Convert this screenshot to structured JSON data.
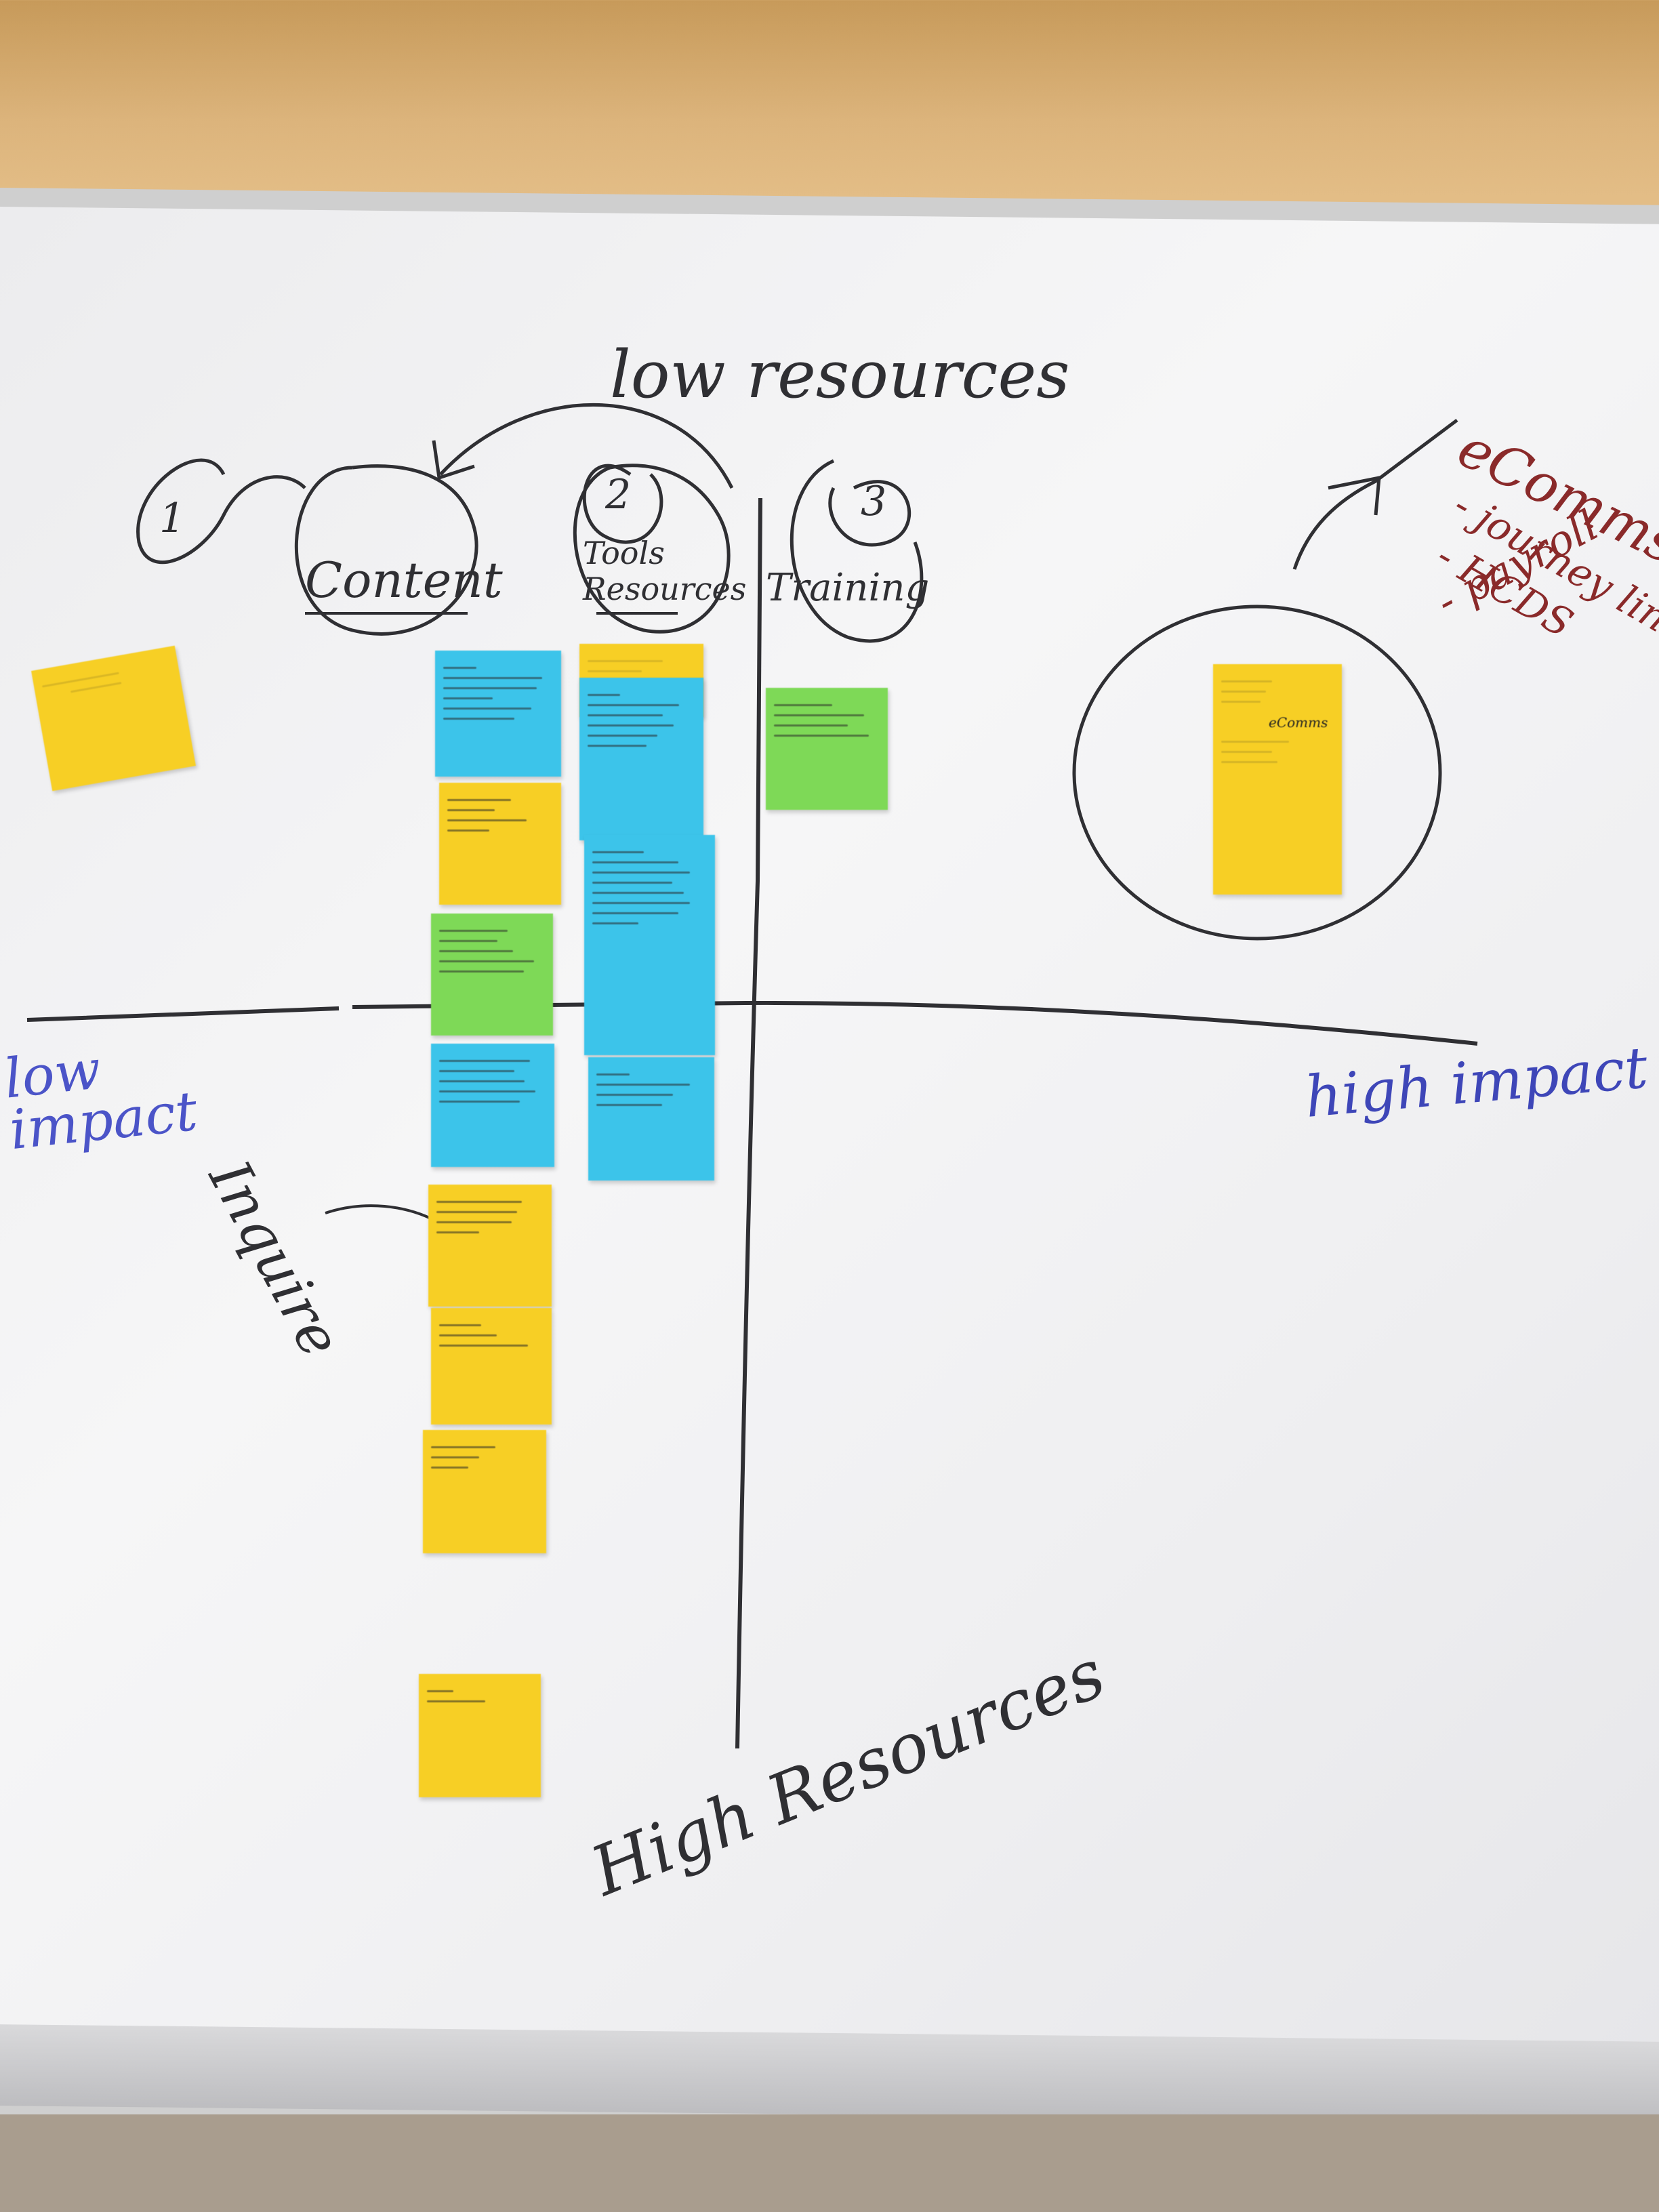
{
  "board": {
    "top_label": "low resources",
    "bottom_label": "High Resources",
    "left_label": "low impact",
    "right_label": "high impact",
    "side_note": "Inquire",
    "category_1": "Content",
    "category_2": "Tools Resources",
    "category_3": "Training",
    "circle_1": "1",
    "circle_2": "2",
    "circle_3": "3",
    "ecomms_title": "eComms",
    "ecomms_item_1": "- journey line",
    "ecomms_item_2": "- HCDS",
    "ecomms_item_3": "- payroll",
    "circle_note_tag": "eComms"
  },
  "colors": {
    "yellow": "#f7cf25",
    "blue": "#3cc4ea",
    "green": "#7ed957",
    "black_marker": "#2f2f33",
    "blue_marker": "#3e46b8",
    "red_marker": "#8a2a2a"
  },
  "notes": [
    {
      "color": "yellow",
      "column": "outside"
    },
    {
      "color": "blue",
      "column": "Content"
    },
    {
      "color": "yellow",
      "column": "Content"
    },
    {
      "color": "green",
      "column": "Content"
    },
    {
      "color": "blue",
      "column": "Content"
    },
    {
      "color": "yellow",
      "column": "Content"
    },
    {
      "color": "yellow",
      "column": "Content"
    },
    {
      "color": "yellow",
      "column": "Content"
    },
    {
      "color": "yellow",
      "column": "Content"
    },
    {
      "color": "yellow",
      "column": "Tools Resources"
    },
    {
      "color": "blue",
      "column": "Tools Resources"
    },
    {
      "color": "blue",
      "column": "Tools Resources"
    },
    {
      "color": "blue",
      "column": "Tools Resources"
    },
    {
      "color": "green",
      "column": "Training"
    },
    {
      "color": "yellow",
      "column": "eComms circle"
    }
  ]
}
